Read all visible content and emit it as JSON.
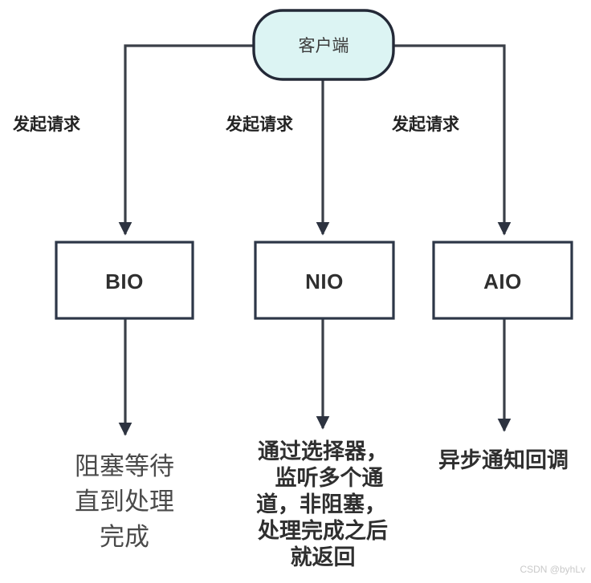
{
  "diagram": {
    "title": "IO Models Flow",
    "colors": {
      "client_fill": "#dcf4f3",
      "client_stroke": "#232937",
      "box_fill": "#ffffff",
      "box_stroke": "#2d3748",
      "edge_stroke": "#3a3f48",
      "arrow_fill": "#2d3340",
      "background": "#ffffff",
      "watermark": "#c9c9c9",
      "label_text": "#232323",
      "desc_text": "#4a4a4a"
    },
    "client_node": {
      "label": "客户端"
    },
    "process_nodes": [
      {
        "id": "bio",
        "label": "BIO"
      },
      {
        "id": "nio",
        "label": "NIO"
      },
      {
        "id": "aio",
        "label": "AIO"
      }
    ],
    "edge_labels": [
      {
        "id": "edge-label-bio",
        "text": "发起请求"
      },
      {
        "id": "edge-label-nio",
        "text": "发起请求"
      },
      {
        "id": "edge-label-aio",
        "text": "发起请求"
      }
    ],
    "descriptions": {
      "bio": {
        "style": "regular",
        "lines": [
          "阻塞等待",
          "直到处理",
          "完成"
        ]
      },
      "nio": {
        "style": "bold",
        "lines": [
          "通过选择器，",
          "监听多个通",
          "道，非阻塞，",
          "处理完成之后",
          "就返回"
        ]
      },
      "aio": {
        "style": "bold",
        "lines": [
          "异步通知回调"
        ]
      }
    },
    "watermark": "CSDN @byhLv"
  }
}
